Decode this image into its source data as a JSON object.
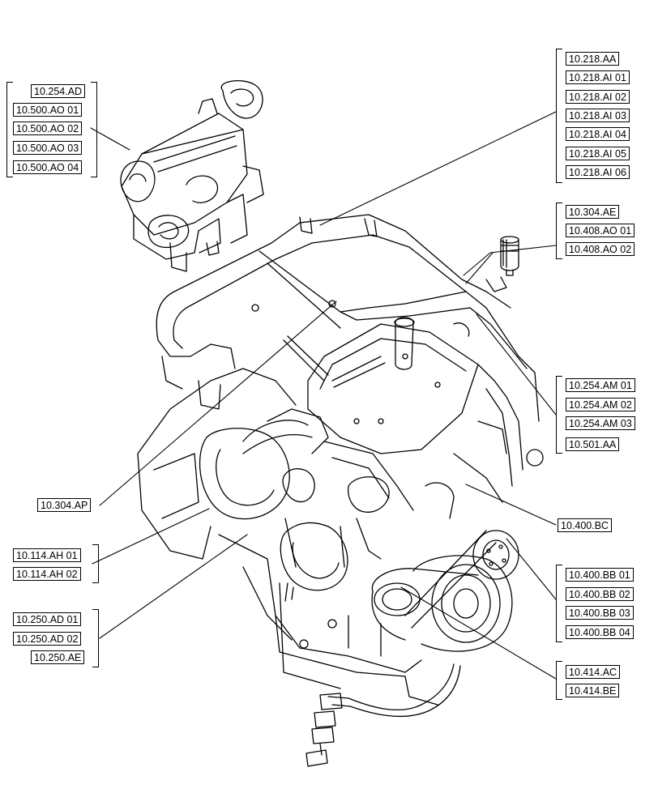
{
  "diagram": {
    "groups": [
      {
        "id": "g-10-254-ad",
        "refs": [
          "10.254.AD",
          "10.500.AO 01",
          "10.500.AO 02",
          "10.500.AO 03",
          "10.500.AO 04"
        ]
      },
      {
        "id": "g-10-218",
        "refs": [
          "10.218.AA",
          "10.218.AI 01",
          "10.218.AI 02",
          "10.218.AI 03",
          "10.218.AI 04",
          "10.218.AI 05",
          "10.218.AI 06"
        ]
      },
      {
        "id": "g-10-304-ae",
        "refs": [
          "10.304.AE",
          "10.408.AO 01",
          "10.408.AO 02"
        ]
      },
      {
        "id": "g-10-254-am",
        "refs": [
          "10.254.AM 01",
          "10.254.AM 02",
          "10.254.AM 03",
          "10.501.AA"
        ]
      },
      {
        "id": "g-10-304-ap",
        "refs": [
          "10.304.AP"
        ]
      },
      {
        "id": "g-10-400-bc",
        "refs": [
          "10.400.BC"
        ]
      },
      {
        "id": "g-10-114-ah",
        "refs": [
          "10.114.AH 01",
          "10.114.AH 02"
        ]
      },
      {
        "id": "g-10-400-bb",
        "refs": [
          "10.400.BB 01",
          "10.400.BB 02",
          "10.400.BB 03",
          "10.400.BB 04"
        ]
      },
      {
        "id": "g-10-250-ad",
        "refs": [
          "10.250.AD 01",
          "10.250.AD 02",
          "10.250.AE"
        ]
      },
      {
        "id": "g-10-414",
        "refs": [
          "10.414.AC",
          "10.414.BE"
        ]
      }
    ]
  }
}
